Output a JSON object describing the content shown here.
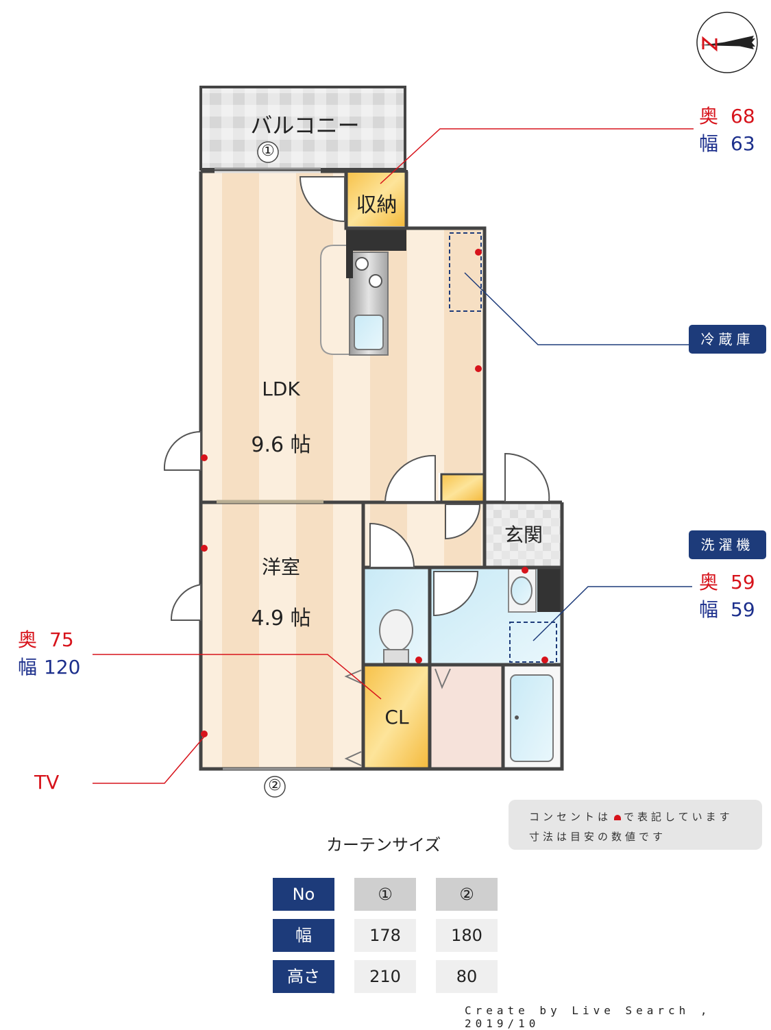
{
  "rooms": {
    "balcony": "バルコニー",
    "storage": "収納",
    "ldk_name": "LDK",
    "ldk_size": "9.6 帖",
    "western_name": "洋室",
    "western_size": "4.9 帖",
    "entrance": "玄関",
    "closet": "CL"
  },
  "window_markers": {
    "one": "①",
    "two": "②"
  },
  "storage_dim": {
    "depth_label": "奥",
    "depth_value": "68",
    "width_label": "幅",
    "width_value": "63"
  },
  "closet_dim": {
    "depth_label": "奥",
    "depth_value": "75",
    "width_label": "幅",
    "width_value": "120"
  },
  "washer_dim": {
    "depth_label": "奥",
    "depth_value": "59",
    "width_label": "幅",
    "width_value": "59"
  },
  "badges": {
    "fridge": "冷蔵庫",
    "washer": "洗濯機"
  },
  "tv_label": "TV",
  "notes": {
    "line1_before": "コンセントは",
    "line1_after": "で表記しています",
    "line2": "寸法は目安の数値です"
  },
  "curtain_table": {
    "title": "カーテンサイズ",
    "headers": [
      "No",
      "幅",
      "高さ"
    ],
    "columns": [
      {
        "no": "①",
        "width": "178",
        "height": "210"
      },
      {
        "no": "②",
        "width": "180",
        "height": "80"
      }
    ]
  },
  "credit": "Create by Live Search , 2019/10",
  "colors": {
    "accent_blue": "#1d3b7a",
    "label_red": "#d7131b",
    "label_blue": "#1c2f8c",
    "outlet_red": "#d7131b"
  }
}
